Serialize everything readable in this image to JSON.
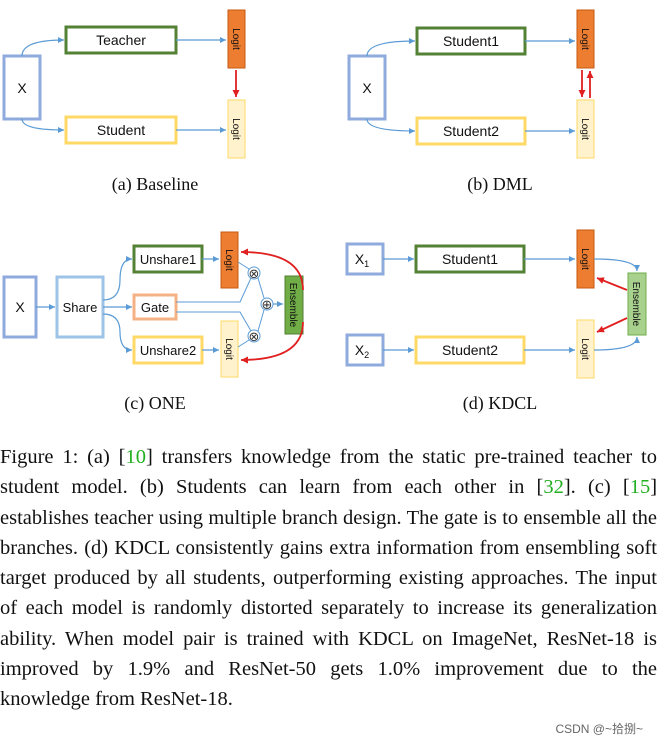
{
  "panels": {
    "a": {
      "caption": "(a) Baseline",
      "x_label": "X",
      "teacher_label": "Teacher",
      "student_label": "Student",
      "logit_top": "Logit",
      "logit_bottom": "Logit"
    },
    "b": {
      "caption": "(b) DML",
      "x_label": "X",
      "student1_label": "Student1",
      "student2_label": "Student2",
      "logit_top": "Logit",
      "logit_bottom": "Logit"
    },
    "c": {
      "caption": "(c) ONE",
      "x_label": "X",
      "share_label": "Share",
      "unshare1_label": "Unshare1",
      "gate_label": "Gate",
      "unshare2_label": "Unshare2",
      "logit_top": "Logit",
      "logit_bottom": "Logit",
      "ensemble_label": "Ensemble",
      "mult_symbol": "⊗",
      "add_symbol": "⊕"
    },
    "d": {
      "caption": "(d) KDCL",
      "x1_label": "X",
      "x1_sub": "1",
      "x2_label": "X",
      "x2_sub": "2",
      "student1_label": "Student1",
      "student2_label": "Student2",
      "logit_top": "Logit",
      "logit_bottom": "Logit",
      "ensemble_label": "Ensemble"
    }
  },
  "caption": {
    "prefix": "Figure 1: (a) [",
    "ref1": "10",
    "part2": "] transfers knowledge from the static pre-trained teacher to student model. (b) Students can learn from each other in [",
    "ref2": "32",
    "part3": "]. (c) [",
    "ref3": "15",
    "part4": "] establishes teacher using multiple branch design. The gate is to ensemble all the branches. (d) KDCL consistently gains extra information from ensembling soft target produced by all students, outperforming existing approaches. The input of each model is randomly distorted separately to increase its generalization ability. When model pair is trained with KDCL on ImageNet, ResNet-18 is improved by 1.9% and ResNet-50 gets 1.0% improvement due to the knowledge from ResNet-18."
  },
  "watermark": "CSDN @~拾捌~",
  "colors": {
    "x_border": "#8faadc",
    "teacher_border": "#548235",
    "student_border": "#ffd966",
    "logit_orange": "#ed7d31",
    "logit_yellow": "#fff2cc",
    "ensemble_green": "#70ad47",
    "ensemble_light": "#a9d18e",
    "gate_border": "#f4b183",
    "arrow_blue": "#5b9bd5",
    "arrow_red": "#e02020",
    "ref_green": "#22b022"
  }
}
